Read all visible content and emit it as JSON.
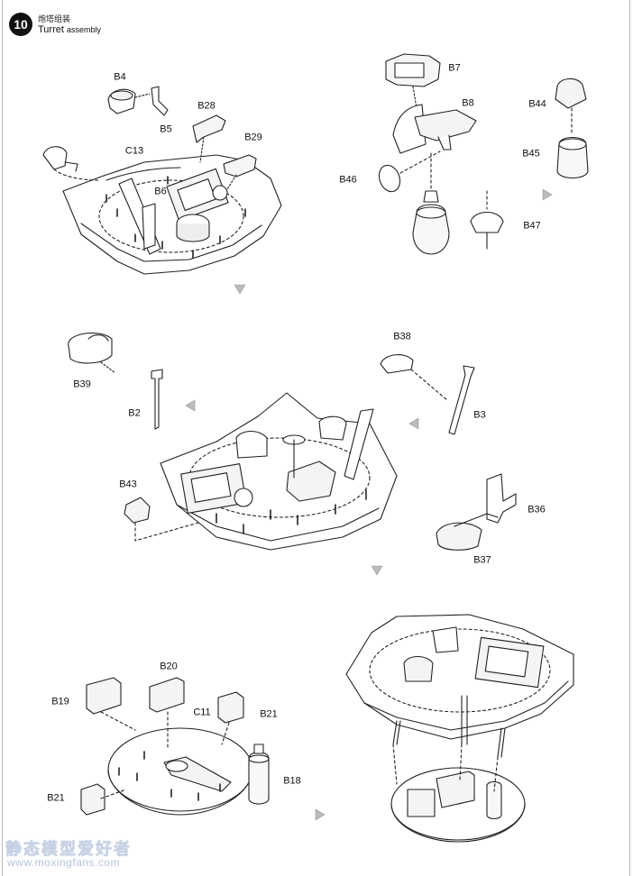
{
  "step": {
    "number": "10",
    "title_cn": "炮塔组装",
    "title_en_main": "Turret",
    "title_en_small": "assembly"
  },
  "labels": {
    "B4": "B4",
    "B5": "B5",
    "B28": "B28",
    "B29": "B29",
    "C13": "C13",
    "B6": "B6",
    "B7": "B7",
    "B8": "B8",
    "B44": "B44",
    "B45": "B45",
    "B46": "B46",
    "B47": "B47",
    "B38": "B38",
    "B39": "B39",
    "B2": "B2",
    "B3": "B3",
    "B43": "B43",
    "B36": "B36",
    "B37": "B37",
    "B20": "B20",
    "B19": "B19",
    "C11": "C11",
    "B21a": "B21",
    "B18": "B18",
    "B21b": "B21"
  },
  "watermark": {
    "cn": "静态模型爱好者",
    "url": "www.moxingfans.com"
  }
}
